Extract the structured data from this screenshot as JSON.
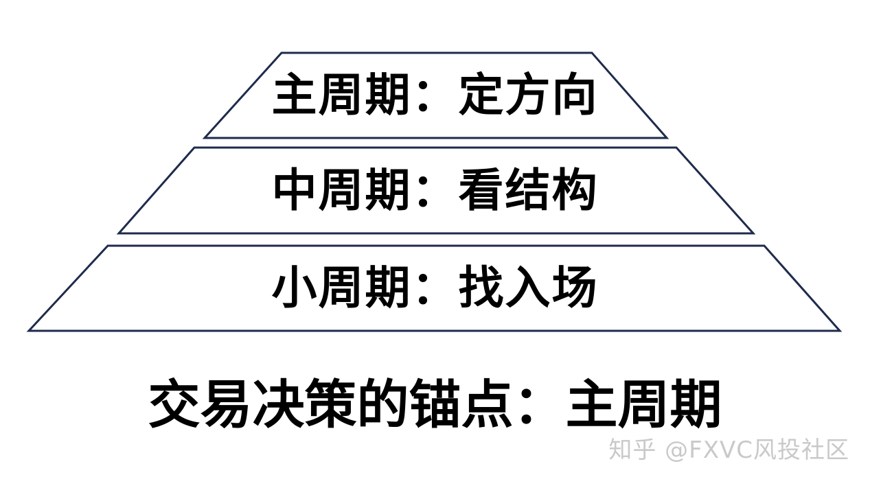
{
  "diagram": {
    "type": "pyramid",
    "levels": [
      {
        "position": "top",
        "label": "主周期：定方向"
      },
      {
        "position": "middle",
        "label": "中周期：看结构"
      },
      {
        "position": "bottom",
        "label": "小周期：找入场"
      }
    ],
    "caption": "交易决策的锚点：主周期",
    "watermark": "知乎 @FXVC风投社区",
    "colors": {
      "background": "#ffffff",
      "outline": "#1e2b4c",
      "text": "#000000",
      "watermark": "#c9c9c9"
    }
  }
}
